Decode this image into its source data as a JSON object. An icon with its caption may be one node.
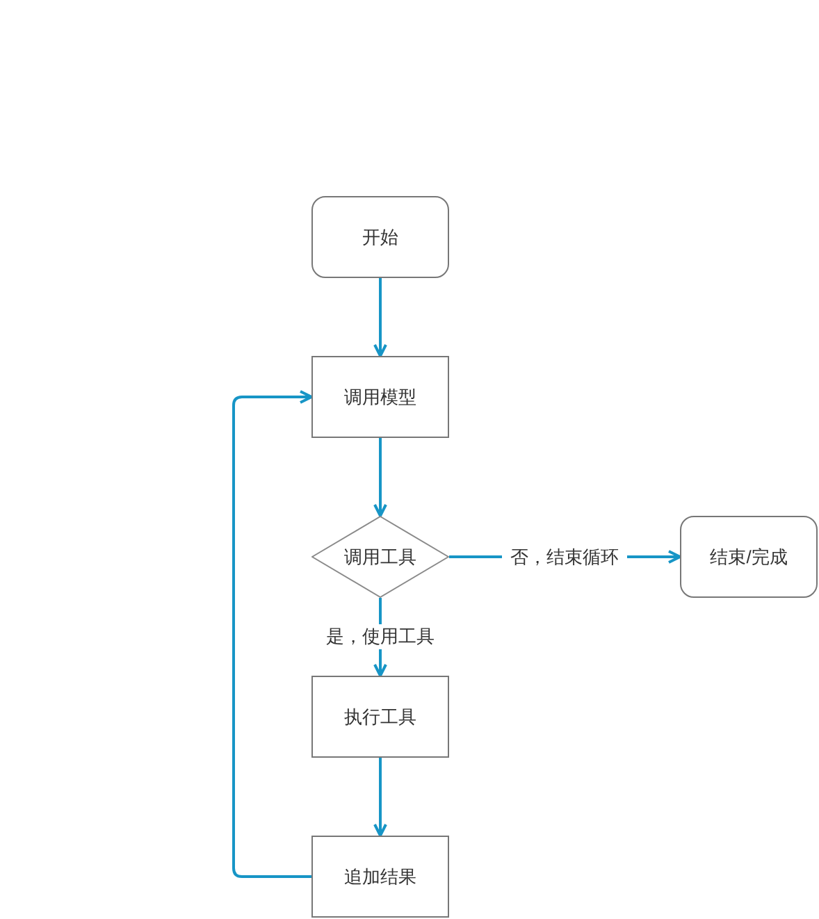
{
  "diagram": {
    "nodes": [
      {
        "text": [
          "开始"
        ]
      },
      {
        "text": [
          "调用模型"
        ]
      },
      {
        "text": [
          "调用工具"
        ]
      },
      {
        "text": [
          "结束/完成"
        ]
      },
      {
        "text": [
          "执行工具"
        ]
      },
      {
        "text": [
          "追加结果"
        ]
      }
    ],
    "edges": [
      {
        "from": 0,
        "to": 1,
        "arrow": "to"
      },
      {
        "from": 1,
        "to": 2,
        "arrow": "to"
      },
      {
        "from": 2,
        "to": 3,
        "arrow": "to",
        "label": "否，结束循环"
      },
      {
        "from": 2,
        "to": 4,
        "arrow": "to",
        "label": "是，使用工具"
      },
      {
        "from": 4,
        "to": 5,
        "arrow": "to"
      },
      {
        "from": 5,
        "to": 1,
        "arrow": "to"
      }
    ]
  }
}
